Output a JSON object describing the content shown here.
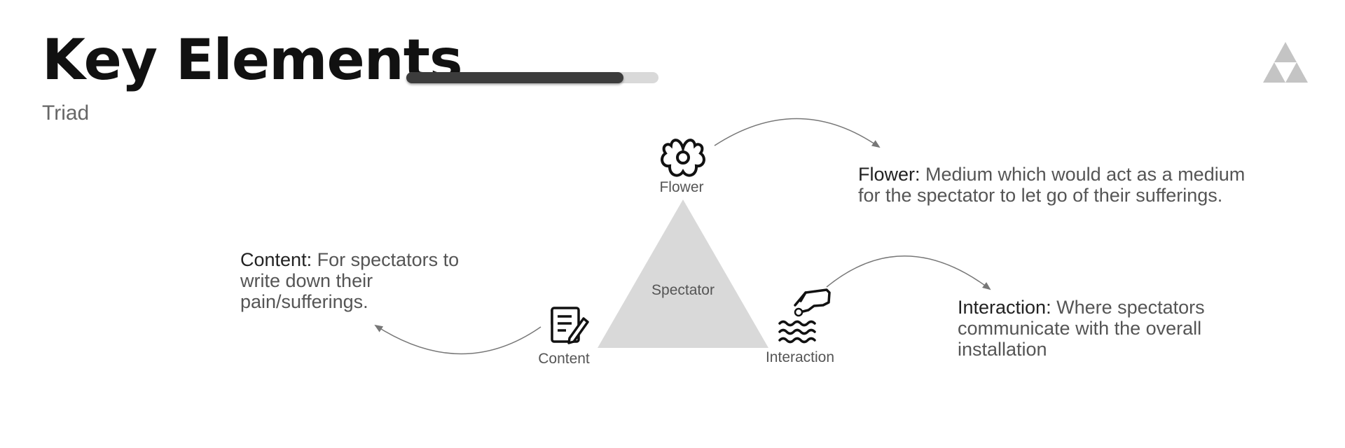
{
  "header": {
    "title": "Key Elements",
    "subtitle": "Triad",
    "progress": 0.86
  },
  "triad": {
    "center_label": "Spectator",
    "fill_color": "#d9d9d9",
    "nodes": {
      "flower": {
        "label": "Flower",
        "icon": "flower-icon"
      },
      "content": {
        "label": "Content",
        "icon": "document-pen-icon"
      },
      "interaction": {
        "label": "Interaction",
        "icon": "hand-over-water-icon"
      }
    }
  },
  "descriptions": {
    "flower": {
      "term": "Flower:",
      "text": "Medium which would act as a medium for the spectator to let go of their sufferings."
    },
    "content": {
      "term": "Content:",
      "text": "For spectators to write down their pain/sufferings."
    },
    "interaction": {
      "term": "Interaction:",
      "text": "Where spectators communicate with the overall installation"
    }
  },
  "logo": {
    "icon": "triangle-logo-icon"
  }
}
